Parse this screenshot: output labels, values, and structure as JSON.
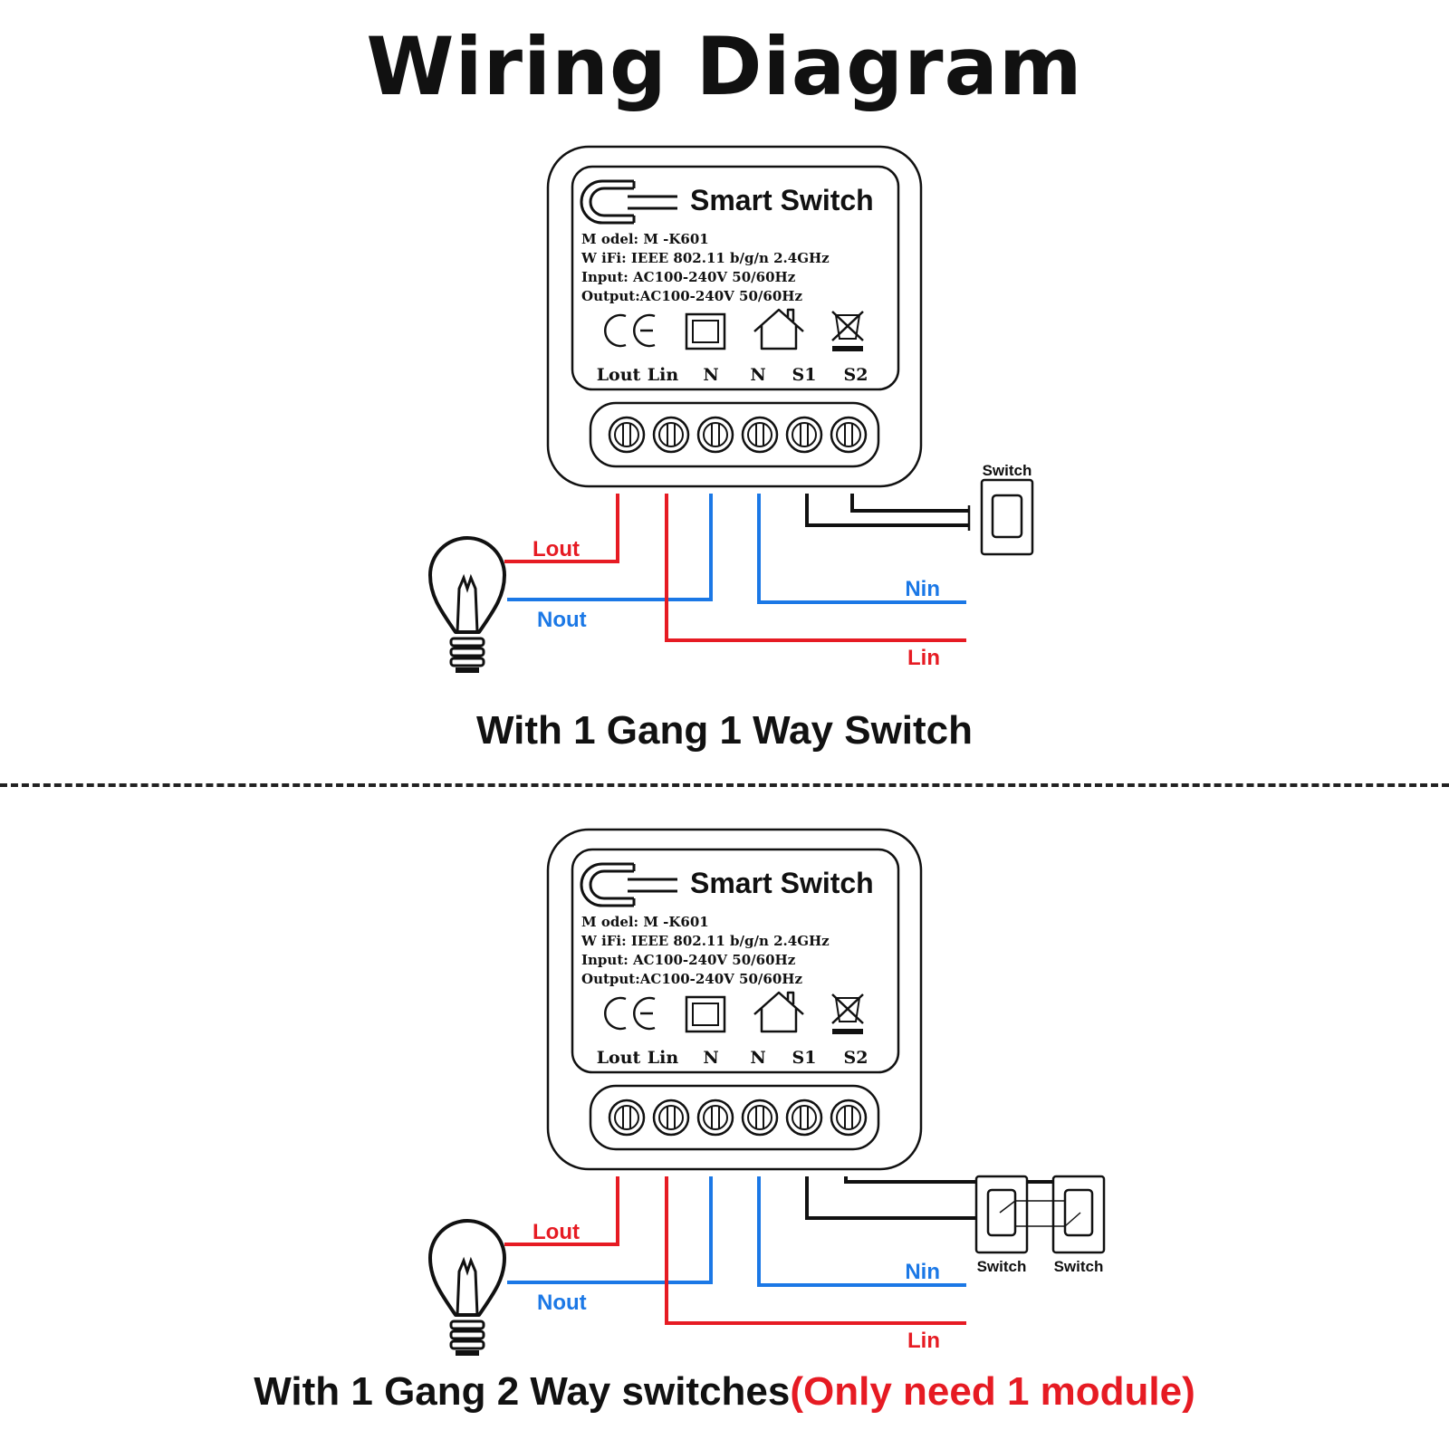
{
  "title": "Wiring Diagram",
  "module": {
    "brand": "Smart Switch",
    "spec_lines": [
      "M odel: M -K601",
      "W iFi: IEEE  802.11   b/g/n 2.4GHz",
      "Input: AC100-240V   50/60Hz",
      "Output:AC100-240V   50/60Hz"
    ],
    "terminals": [
      "Lout",
      "Lin",
      "N",
      "N",
      "S1",
      "S2"
    ],
    "cert_icons": [
      "ce-mark-icon",
      "double-insulation-icon",
      "indoor-use-icon",
      "weee-bin-icon"
    ]
  },
  "wires": {
    "lout": "Lout",
    "nout": "Nout",
    "nin": "Nin",
    "lin": "Lin"
  },
  "switch_label": "Switch",
  "colors": {
    "red": "#e61b23",
    "blue": "#1b78e6",
    "black": "#111111"
  },
  "captions": {
    "one_way": "With 1 Gang 1 Way Switch",
    "two_way_main": "With 1 Gang 2 Way switches",
    "two_way_note": "(Only need 1 module)"
  }
}
